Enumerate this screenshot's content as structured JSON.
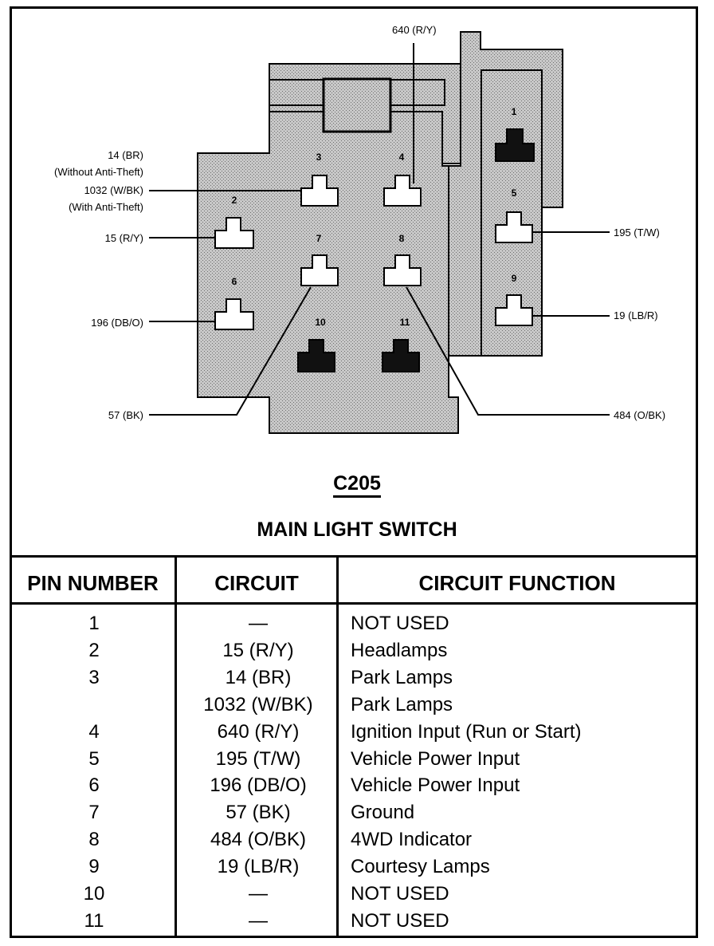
{
  "diagram": {
    "connector_id": "C205",
    "connector_name": "MAIN LIGHT SWITCH",
    "pin_numbers": [
      "1",
      "2",
      "3",
      "4",
      "5",
      "6",
      "7",
      "8",
      "9",
      "10",
      "11"
    ],
    "callouts": {
      "pin4": "640 (R/Y)",
      "pin3_a": "14 (BR)",
      "pin3_a_note": "(Without Anti-Theft)",
      "pin3_b": "1032 (W/BK)",
      "pin3_b_note": "(With Anti-Theft)",
      "pin2": "15 (R/Y)",
      "pin6": "196 (DB/O)",
      "pin7": "57 (BK)",
      "pin5": "195 (T/W)",
      "pin9": "19 (LB/R)",
      "pin8": "484 (O/BK)"
    },
    "colors": {
      "housing": "#bdbdbd",
      "terminal": "#ffffff",
      "unused": "#111111"
    }
  },
  "table": {
    "headers": [
      "PIN NUMBER",
      "CIRCUIT",
      "CIRCUIT FUNCTION"
    ],
    "rows": [
      [
        "1",
        "—",
        "NOT USED"
      ],
      [
        "2",
        "15 (R/Y)",
        "Headlamps"
      ],
      [
        "3",
        "14 (BR)",
        "Park Lamps"
      ],
      [
        "",
        "1032 (W/BK)",
        "Park Lamps"
      ],
      [
        "4",
        "640 (R/Y)",
        "Ignition Input (Run or Start)"
      ],
      [
        "5",
        "195 (T/W)",
        "Vehicle Power Input"
      ],
      [
        "6",
        "196 (DB/O)",
        "Vehicle Power Input"
      ],
      [
        "7",
        "57 (BK)",
        "Ground"
      ],
      [
        "8",
        "484 (O/BK)",
        "4WD Indicator"
      ],
      [
        "9",
        "19 (LB/R)",
        "Courtesy Lamps"
      ],
      [
        "10",
        "—",
        "NOT USED"
      ],
      [
        "11",
        "—",
        "NOT USED"
      ]
    ]
  }
}
